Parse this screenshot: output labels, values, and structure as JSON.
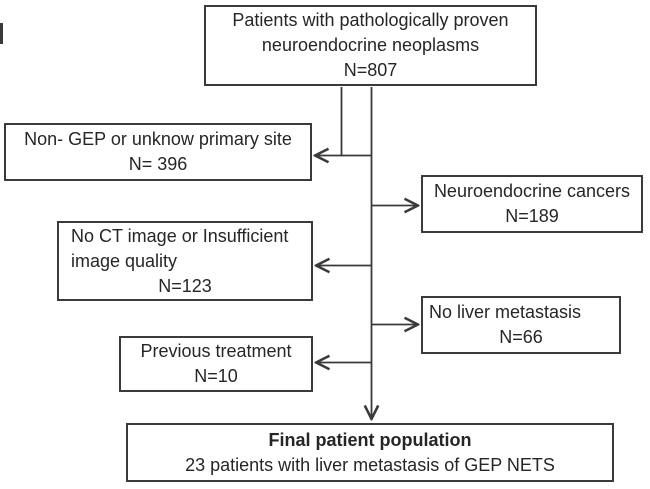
{
  "figure": {
    "colors": {
      "background": "#ffffff",
      "line": "#3a3a3a",
      "text": "#262626"
    },
    "nodes": {
      "source": {
        "lines": [
          "Patients with pathologically proven",
          "neuroendocrine neoplasms",
          "N=807"
        ]
      },
      "excl_non_gep": {
        "lines": [
          "Non- GEP or unknow primary site",
          "N= 396"
        ]
      },
      "excl_neuroendocrine_cancers": {
        "lines": [
          "Neuroendocrine cancers",
          "N=189"
        ]
      },
      "excl_no_ct_image": {
        "lines": [
          "No CT image or Insufficient",
          "image quality",
          "N=123"
        ]
      },
      "excl_no_liver_metastasis": {
        "lines": [
          "No liver metastasis",
          "N=66"
        ]
      },
      "excl_previous_treatment": {
        "lines": [
          "Previous treatment",
          "N=10"
        ]
      },
      "final": {
        "title": "Final patient population",
        "subtitle": "23 patients with liver metastasis of GEP NETS"
      }
    }
  }
}
